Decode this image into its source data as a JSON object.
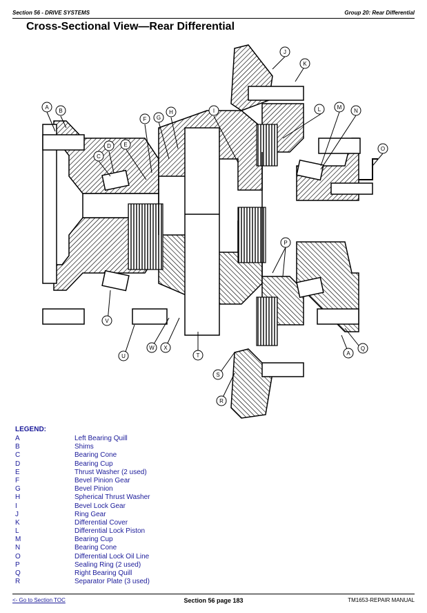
{
  "header": {
    "left": "Section 56 - DRIVE SYSTEMS",
    "right": "Group 20: Rear Differential"
  },
  "title": "Cross-Sectional View—Rear Differential",
  "callouts": [
    "A",
    "B",
    "C",
    "D",
    "E",
    "F",
    "G",
    "H",
    "I",
    "J",
    "K",
    "L",
    "M",
    "N",
    "O",
    "P",
    "Q",
    "R",
    "S",
    "T",
    "U",
    "V",
    "W",
    "X",
    "A"
  ],
  "legend": {
    "title": "LEGEND:",
    "items": [
      {
        "key": "A",
        "label": "Left Bearing Quill"
      },
      {
        "key": "B",
        "label": "Shims"
      },
      {
        "key": "C",
        "label": "Bearing Cone"
      },
      {
        "key": "D",
        "label": "Bearing Cup"
      },
      {
        "key": "E",
        "label": "Thrust Washer (2 used)"
      },
      {
        "key": "F",
        "label": "Bevel Pinion Gear"
      },
      {
        "key": "G",
        "label": "Bevel Pinion"
      },
      {
        "key": "H",
        "label": "Spherical Thrust Washer"
      },
      {
        "key": "I",
        "label": "Bevel Lock Gear"
      },
      {
        "key": "J",
        "label": "Ring Gear"
      },
      {
        "key": "K",
        "label": "Differential Cover"
      },
      {
        "key": "L",
        "label": "Differential Lock Piston"
      },
      {
        "key": "M",
        "label": "Bearing Cup"
      },
      {
        "key": "N",
        "label": "Bearing Cone"
      },
      {
        "key": "O",
        "label": "Differential Lock Oil Line"
      },
      {
        "key": "P",
        "label": "Sealing Ring (2 used)"
      },
      {
        "key": "Q",
        "label": "Right Bearing Quill"
      },
      {
        "key": "R",
        "label": "Separator Plate (3 used)"
      }
    ]
  },
  "footer": {
    "left": "<- Go to Section TOC",
    "middle": "Section 56 page 183",
    "right": "TM1653-REPAIR MANUAL"
  }
}
